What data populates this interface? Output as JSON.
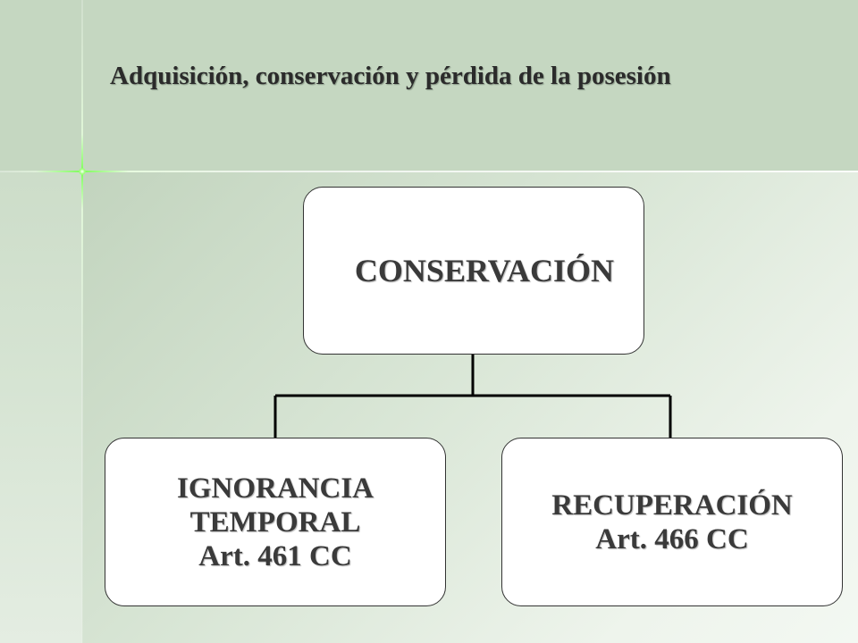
{
  "slide": {
    "title": "Adquisición, conservación y pérdida de la posesión"
  },
  "diagram": {
    "root": {
      "label": "CONSERVACIÓN"
    },
    "children": [
      {
        "line1": "IGNORANCIA",
        "line2": "TEMPORAL",
        "line3": "Art. 461 CC"
      },
      {
        "line1": "RECUPERACIÓN",
        "line2": "Art. 466 CC"
      }
    ]
  },
  "colors": {
    "background": "#c4d6c0",
    "node_fill": "#ffffff",
    "node_border": "#333333",
    "text": "#2b2b2b",
    "accent_sparkle": "#7dff5a"
  }
}
